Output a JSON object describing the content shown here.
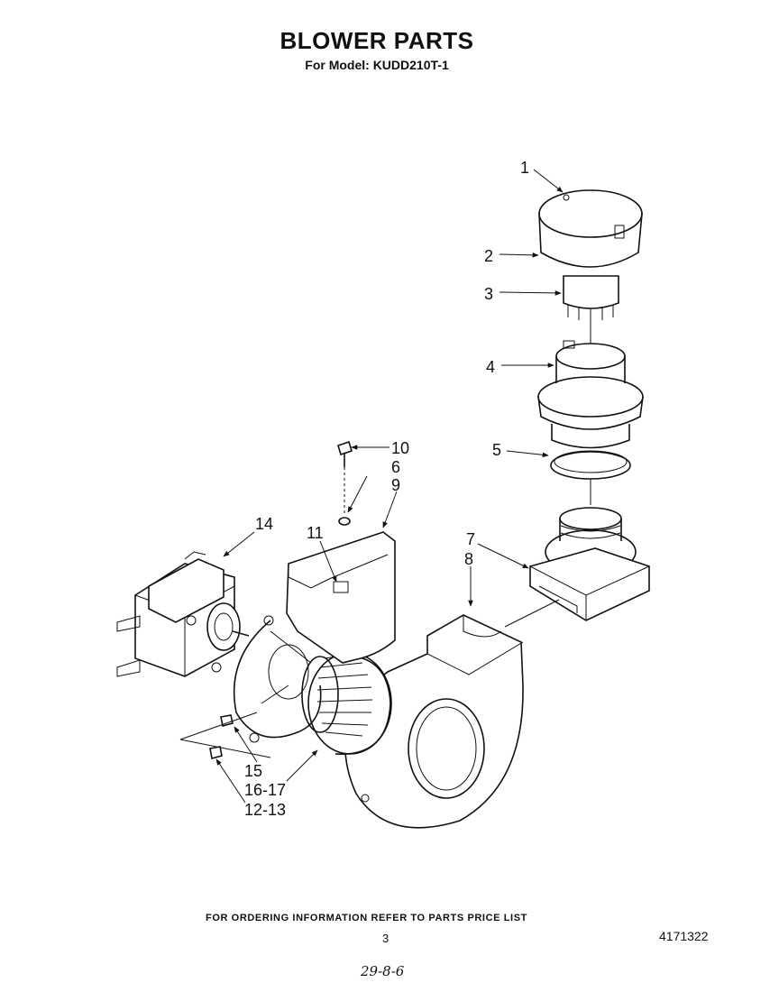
{
  "header": {
    "title": "BLOWER PARTS",
    "model_line": "For Model: KUDD210T-1"
  },
  "callouts": [
    "1",
    "2",
    "3",
    "4",
    "5",
    "7",
    "8",
    "10",
    "6",
    "9",
    "14",
    "11",
    "15",
    "16-17",
    "12-13"
  ],
  "footer": {
    "ordering_note": "FOR ORDERING INFORMATION REFER TO PARTS PRICE LIST",
    "page_number": "3",
    "document_number": "4171322",
    "handwritten_note": "29-8-6"
  }
}
